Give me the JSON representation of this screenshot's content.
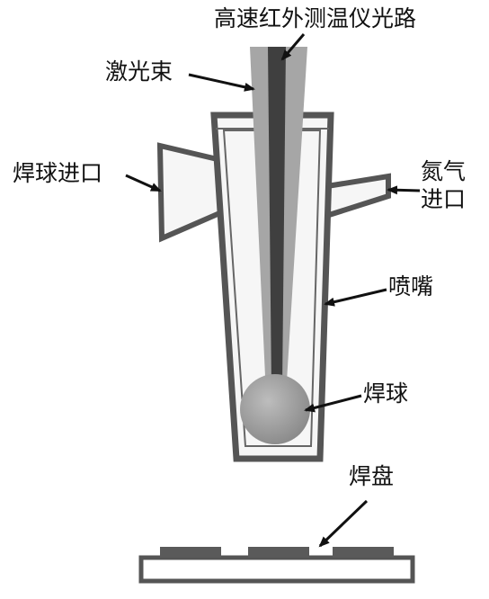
{
  "colors": {
    "stroke": "#555555",
    "nozzle_fill": "#f6f6f6",
    "laser": "#a6a6a6",
    "ir_beam": "#3f3f3f",
    "ball": "#9a9a9a",
    "pad": "#5a5a5a",
    "text": "#111111"
  },
  "labels": {
    "ir_thermometer_path": "高速红外测温仪光路",
    "laser_beam": "激光束",
    "ball_inlet": "焊球进口",
    "nitrogen_line1": "氮气",
    "nitrogen_line2": "进口",
    "nozzle": "喷嘴",
    "solder_ball": "焊球",
    "solder_pad": "焊盘"
  }
}
